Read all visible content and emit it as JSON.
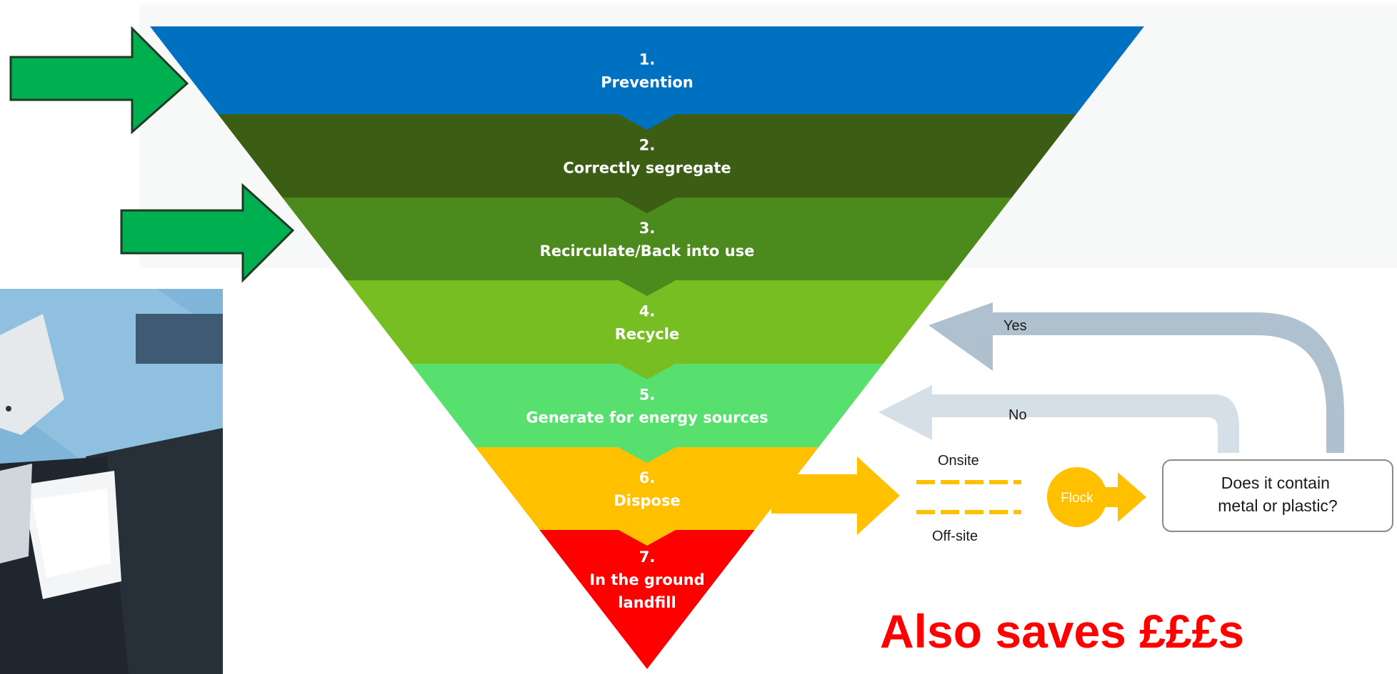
{
  "tiers": [
    {
      "number": "1.",
      "label": "Prevention",
      "color": "#0070C0"
    },
    {
      "number": "2.",
      "label": "Correctly segregate",
      "color": "#3B5E14"
    },
    {
      "number": "3.",
      "label": "Recirculate/Back into use",
      "color": "#4D8A1D"
    },
    {
      "number": "4.",
      "label": "Recycle",
      "color": "#77BE22"
    },
    {
      "number": "5.",
      "label": "Generate for energy sources",
      "color": "#57E06E"
    },
    {
      "number": "6.",
      "label": "Dispose",
      "color": "#FFC000"
    },
    {
      "number": "7.",
      "label": "In the ground landfill",
      "label_lines": [
        "In the ground",
        "landfill"
      ],
      "color": "#FF0000"
    }
  ],
  "flow": {
    "onsite_label": "Onsite",
    "offsite_label": "Off-site",
    "flock_label": "Flock",
    "question_lines": [
      "Does it contain",
      "metal or plastic?"
    ],
    "yes_label": "Yes",
    "no_label": "No",
    "arrow_color": "#FFC000",
    "loop_arrow_color": "#AFC0CF",
    "loop_arrow_light_color": "#D4DFE8"
  },
  "callout_text": "Also saves £££s",
  "callout_color": "#FF0000",
  "pointer_arrow_color": "#00B050"
}
